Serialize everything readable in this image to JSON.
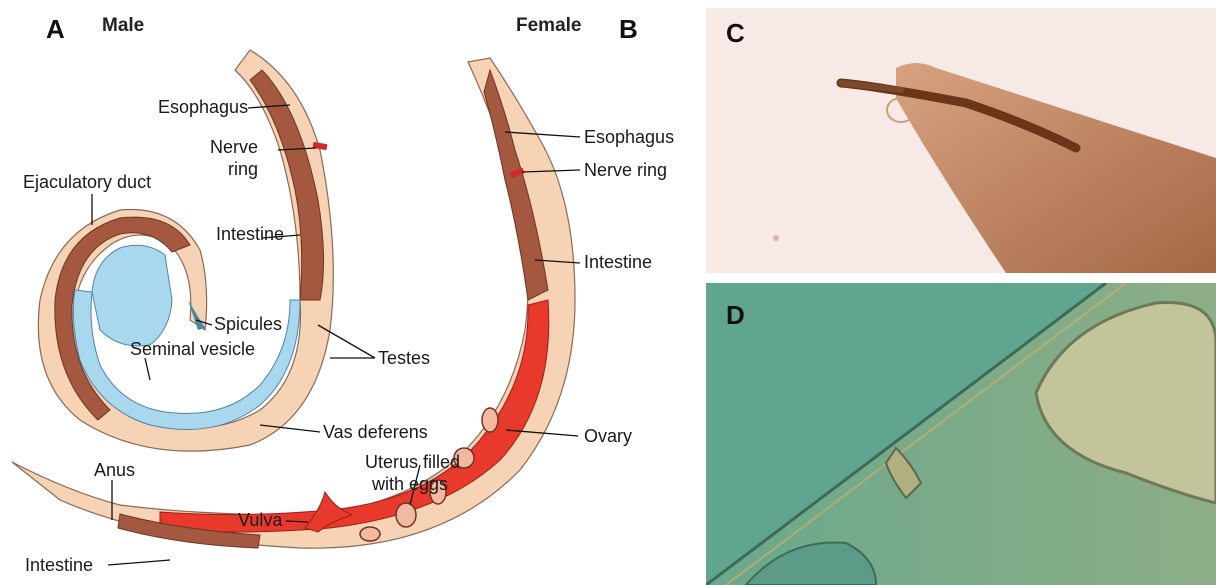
{
  "panels": {
    "a": {
      "letter": "A",
      "header": "Male"
    },
    "b": {
      "letter": "B",
      "header": "Female"
    },
    "c": {
      "letter": "C"
    },
    "d": {
      "letter": "D"
    }
  },
  "male_labels": {
    "esophagus": "Esophagus",
    "nerve_ring_1": "Nerve",
    "nerve_ring_2": "ring",
    "ejaculatory_duct": "Ejaculatory duct",
    "intestine": "Intestine",
    "spicules": "Spicules",
    "seminal_vesicle": "Seminal vesicle",
    "testes": "Testes",
    "vas_deferens": "Vas deferens"
  },
  "female_labels": {
    "esophagus": "Esophagus",
    "nerve_ring": "Nerve ring",
    "intestine_upper": "Intestine",
    "ovary": "Ovary",
    "uterus_1": "Uterus filled",
    "uterus_2": "with eggs",
    "anus": "Anus",
    "vulva": "Vulva",
    "intestine_lower": "Intestine"
  },
  "colors": {
    "cuticle": "#f6d3b5",
    "intestine": "#a3583f",
    "testes": "#a9d8ee",
    "ovary": "#e83a2c",
    "nerve_ring": "#d42828",
    "photo_c_bg": "#f7e9e6",
    "photo_d_bg": "#5fa58f"
  }
}
